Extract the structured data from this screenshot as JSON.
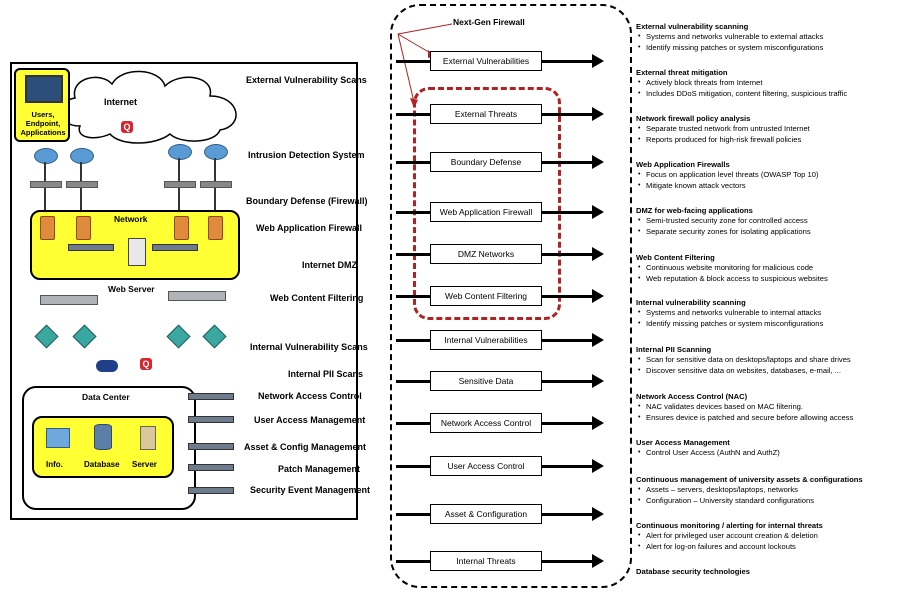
{
  "left_diagram": {
    "cloud_label": "Internet",
    "users_box": "Users, Endpoint, Applications",
    "network_label": "Network",
    "web_server_label": "Web Server",
    "data_center_label": "Data Center",
    "dc_items": [
      "Info.",
      "Database",
      "Server"
    ],
    "layer_labels": [
      "External Vulnerability Scans",
      "Intrusion Detection System",
      "Boundary Defense (Firewall)",
      "Web Application Firewall",
      "Internet DMZ",
      "Web Content Filtering",
      "Internal Vulnerability Scans",
      "Internal PII Scans",
      "Network Access Control",
      "User Access Management",
      "Asset & Config Management",
      "Patch Management",
      "Security Event Management"
    ]
  },
  "firewall_diagram": {
    "title": "Next-Gen Firewall",
    "rows": [
      "External Vulnerabilities",
      "External Threats",
      "Boundary Defense",
      "Web Application Firewall",
      "DMZ Networks",
      "Web Content Filtering",
      "Internal Vulnerabilities",
      "Sensitive Data",
      "Network Access Control",
      "User Access Control",
      "Asset & Configuration",
      "Internal Threats"
    ]
  },
  "descriptions": [
    {
      "title": "External vulnerability scanning",
      "items": [
        "Systems and networks vulnerable to external attacks",
        "Identify missing patches or system misconfigurations"
      ]
    },
    {
      "title": "External threat mitigation",
      "items": [
        "Actively block threats from Internet",
        "Includes DDoS mitigation, content filtering, suspicious traffic"
      ]
    },
    {
      "title": "Network firewall policy analysis",
      "items": [
        "Separate trusted network from untrusted Internet",
        "Reports produced for high-risk firewall policies"
      ]
    },
    {
      "title": "Web Application Firewalls",
      "items": [
        "Focus on application level threats (OWASP Top 10)",
        "Mitigate known attack vectors"
      ]
    },
    {
      "title": "DMZ for web-facing applications",
      "items": [
        "Semi-trusted security zone for controlled access",
        "Separate security zones for isolating applications"
      ]
    },
    {
      "title": "Web Content Filtering",
      "items": [
        "Continuous website monitoring for malicious code",
        "Web reputation & block access to suspicious websites"
      ]
    },
    {
      "title": "Internal vulnerability scanning",
      "items": [
        "Systems and networks vulnerable to internal attacks",
        "Identify missing patches or system misconfigurations"
      ]
    },
    {
      "title": "Internal PII Scanning",
      "items": [
        "Scan for sensitive data on desktops/laptops and share drives",
        "Discover sensitive data on websites, databases, e-mail, ..."
      ]
    },
    {
      "title": "Network Access Control (NAC)",
      "items": [
        "NAC validates devices based on MAC filtering.",
        "Ensures device is patched and secure before allowing access"
      ]
    },
    {
      "title": "User Access Management",
      "items": [
        "Control User Access (AuthN and AuthZ)"
      ]
    },
    {
      "title": "Continuous management of university assets & configurations",
      "items": [
        "Assets – servers, desktops/laptops, networks",
        "Configuration – University standard configurations"
      ]
    },
    {
      "title": "Continuous monitoring / alerting for internal threats",
      "items": [
        "Alert for privileged user account creation & deletion",
        "Alert for log-on failures and account lockouts"
      ]
    },
    {
      "title": "Database security technologies",
      "items": []
    }
  ],
  "colors": {
    "highlight": "#ffff33",
    "inner_dash": "#b22222"
  }
}
